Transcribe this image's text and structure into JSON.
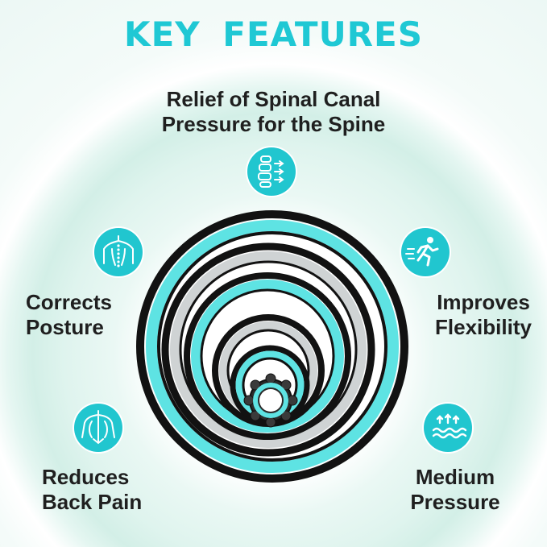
{
  "title": "KEY  FEATURES",
  "features": [
    {
      "label_lines": [
        "Relief of Spinal Canal",
        "Pressure for the Spine"
      ],
      "icon": "spine-compression-icon"
    },
    {
      "label_lines": [
        "Corrects",
        "Posture"
      ],
      "icon": "spine-posture-icon"
    },
    {
      "label_lines": [
        "Improves",
        "Flexibility"
      ],
      "icon": "running-person-icon"
    },
    {
      "label_lines": [
        "Reduces",
        "Back Pain"
      ],
      "icon": "back-muscles-icon"
    },
    {
      "label_lines": [
        "Medium",
        "Pressure"
      ],
      "icon": "pressure-waves-icon"
    }
  ],
  "colors": {
    "accent": "#21c6cf",
    "ring_teal": "#5ee3e3",
    "ring_black": "#121212",
    "ring_gray": "#cfd3d4",
    "text": "#1f1f1f"
  }
}
